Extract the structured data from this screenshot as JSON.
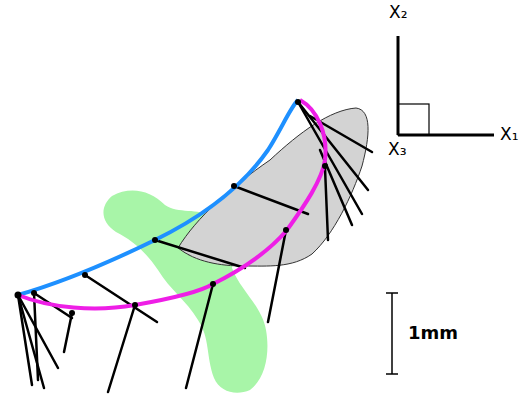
{
  "diagram": {
    "labels": [
      "X₂",
      "X₁",
      "X₃",
      "1mm"
    ]
  }
}
